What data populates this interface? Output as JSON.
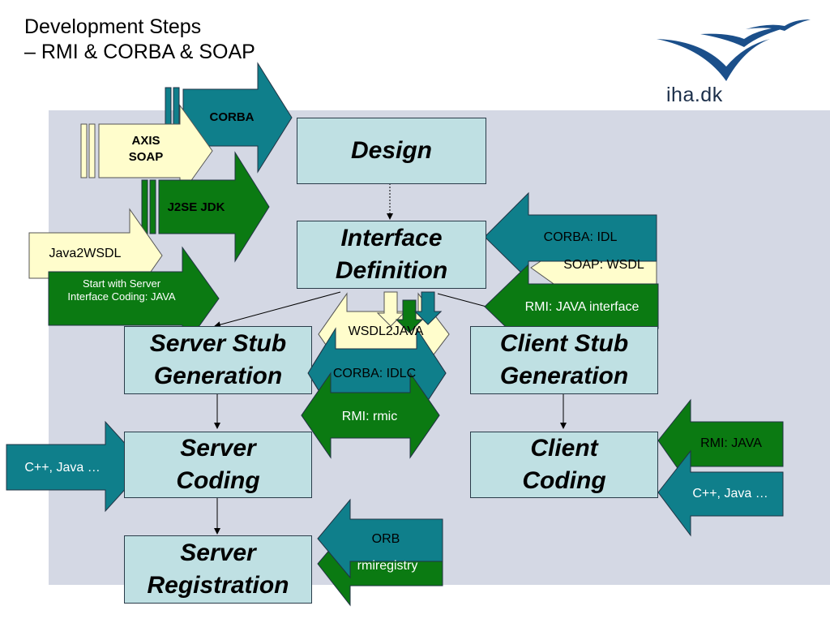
{
  "title": {
    "line1": "Development Steps",
    "line2": "– RMI & CORBA & SOAP"
  },
  "logo": {
    "text": "iha.dk",
    "color": "#1b4f8a"
  },
  "colors": {
    "box_fill": "#bfe0e3",
    "panel": "#d4d8e4",
    "teal": "#0f7f8b",
    "green": "#0b7a12",
    "yellow": "#fffdcc"
  },
  "boxes": {
    "design": "Design",
    "interface_line1": "Interface",
    "interface_line2": "Definition",
    "server_stub_line1": "Server Stub",
    "server_stub_line2": "Generation",
    "client_stub_line1": "Client Stub",
    "client_stub_line2": "Generation",
    "server_coding_line1": "Server",
    "server_coding_line2": "Coding",
    "client_coding_line1": "Client",
    "client_coding_line2": "Coding",
    "server_reg_line1": "Server",
    "server_reg_line2": "Registration"
  },
  "arrows": {
    "corba": "CORBA",
    "axis_line1": "AXIS",
    "axis_line2": "SOAP",
    "j2se": "J2SE JDK",
    "java2wsdl": "Java2WSDL",
    "start_server_line1": "Start with Server",
    "start_server_line2": "Interface Coding: JAVA",
    "corba_idl": "CORBA: IDL",
    "soap_wsdl": "SOAP: WSDL",
    "rmi_java_interface": "RMI: JAVA interface",
    "wsdl2java": "WSDL2JAVA",
    "corba_idlc": "CORBA: IDLC",
    "rmi_rmic": "RMI: rmic",
    "cpp_java_left": "C++, Java …",
    "rmi_java": "RMI: JAVA",
    "cpp_java_right": "C++, Java …",
    "orb": "ORB",
    "rmiregistry": "rmiregistry"
  }
}
